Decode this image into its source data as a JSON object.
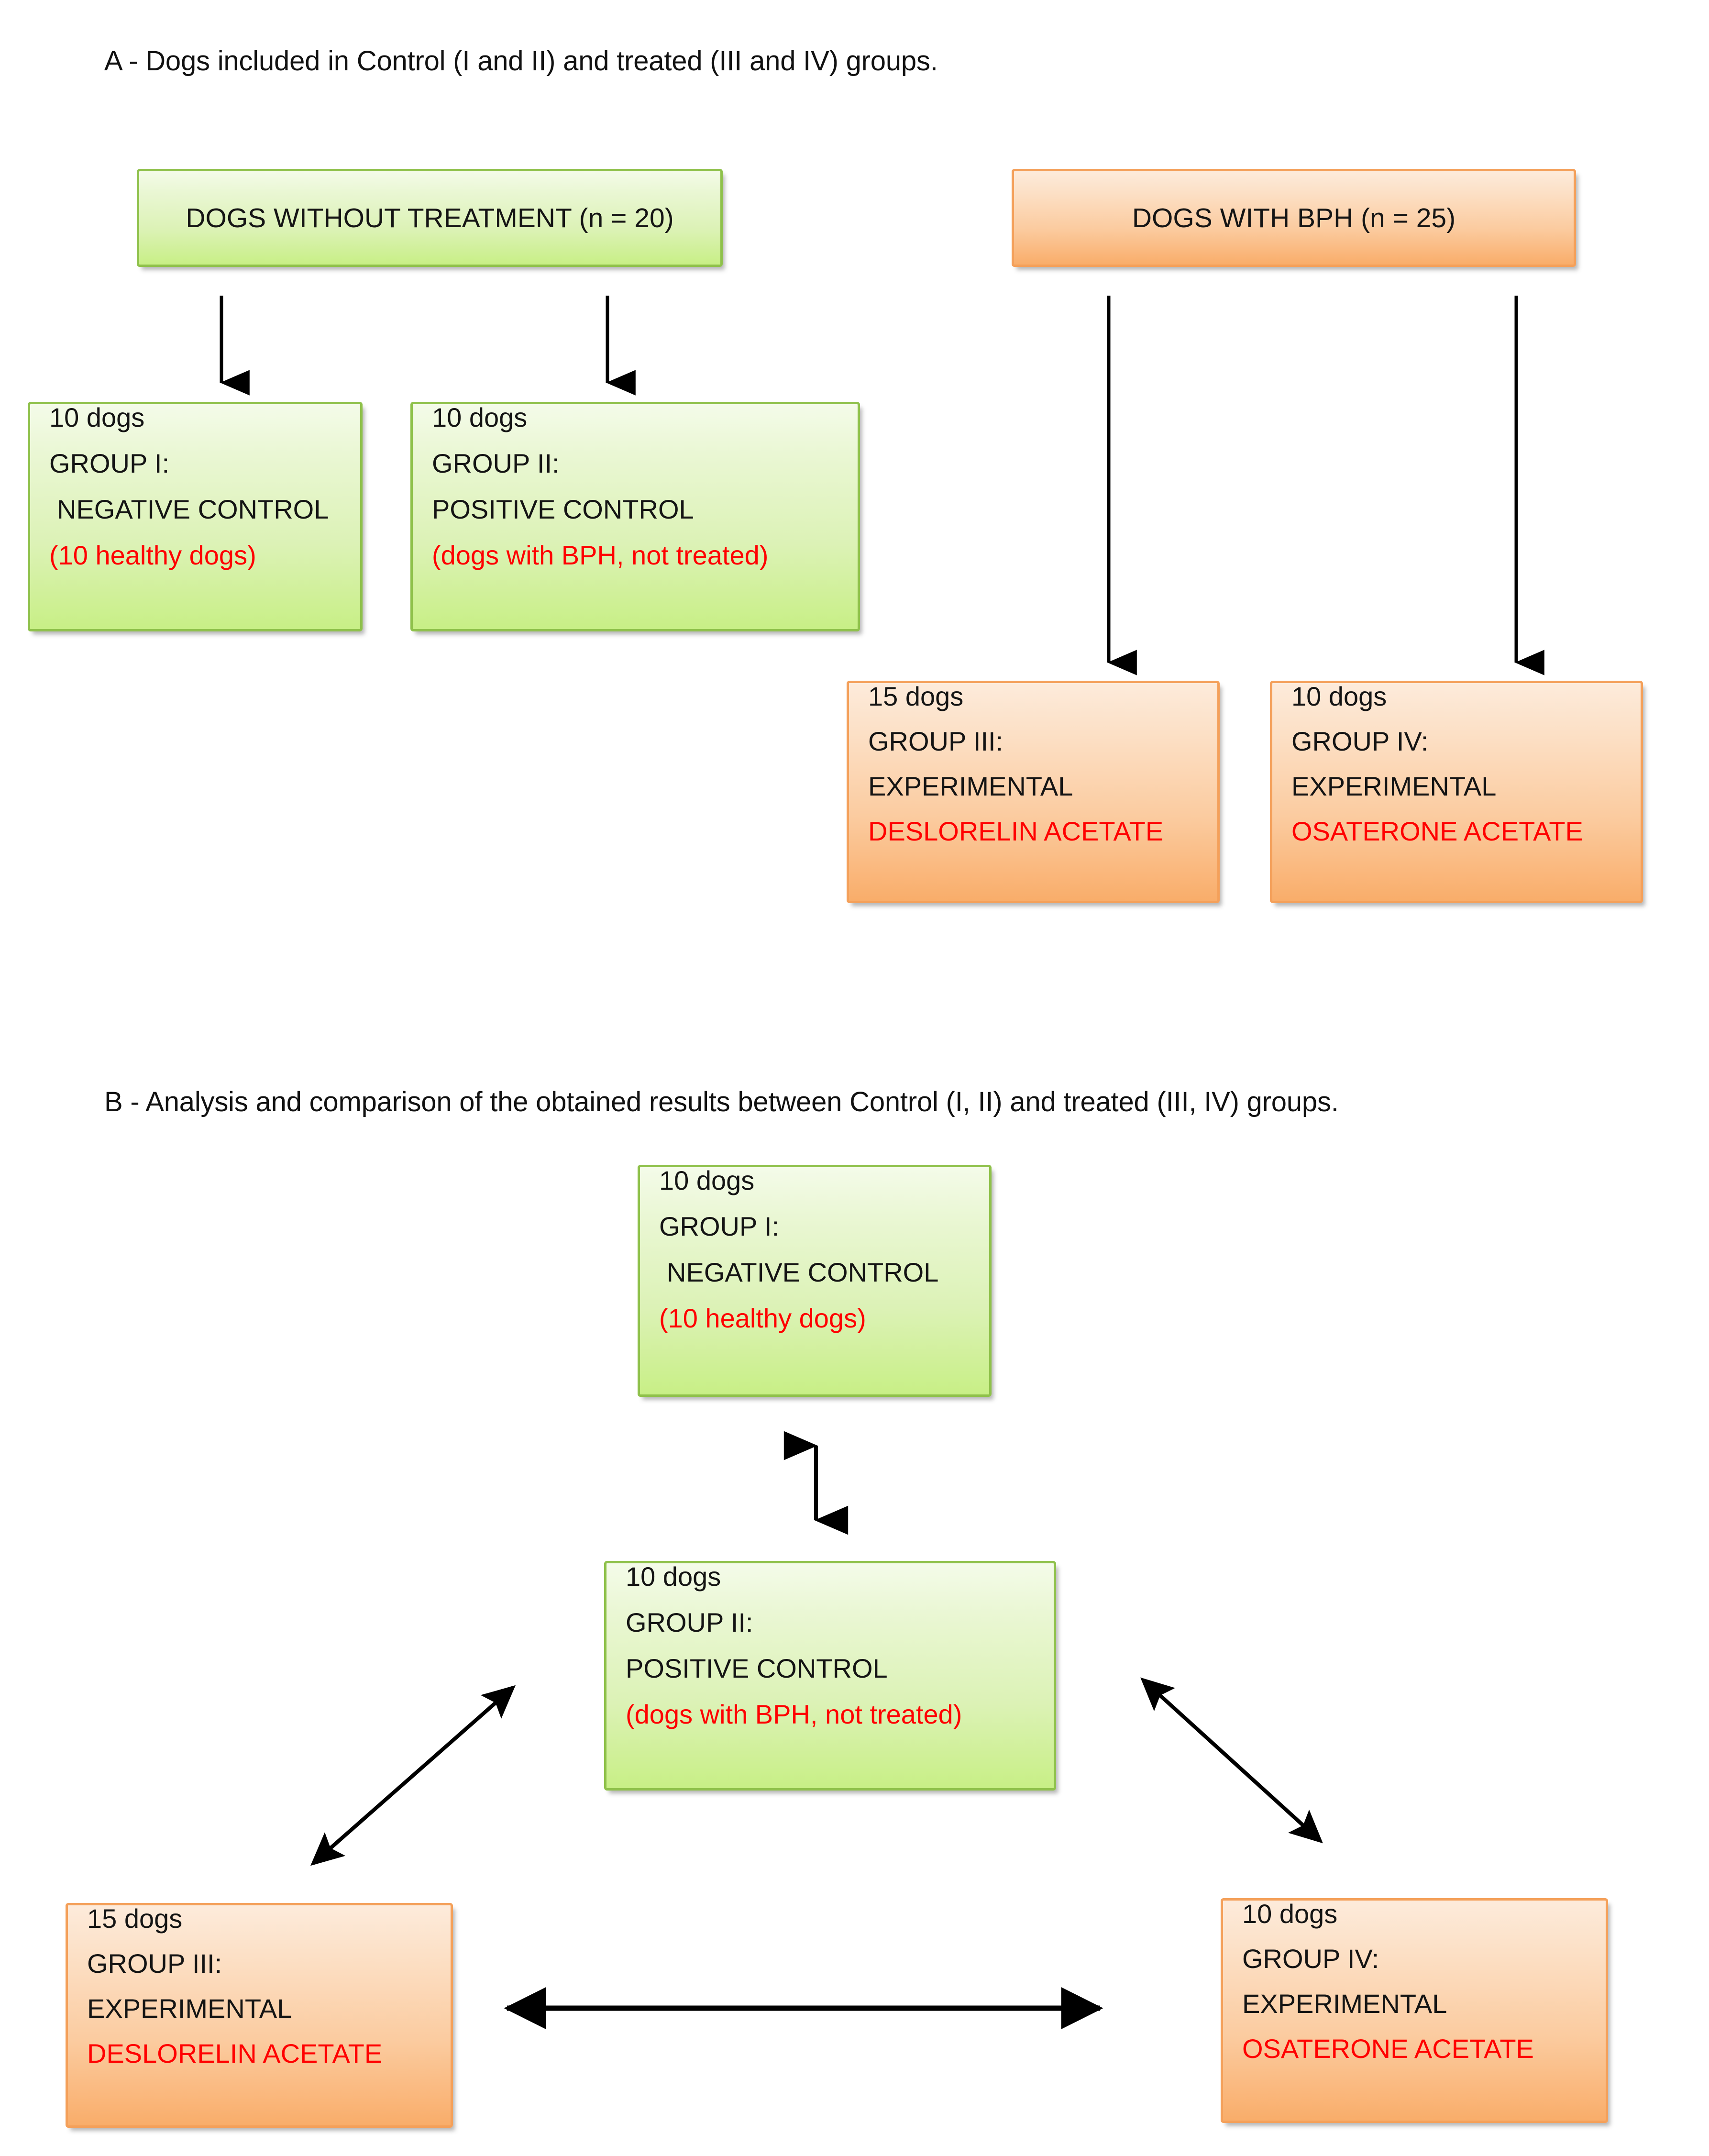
{
  "panels": {
    "a": {
      "caption": "A - Dogs included in Control (I and II) and treated (III and IV) groups.",
      "source_boxes": [
        {
          "label": "DOGS WITHOUT TREATMENT (n = 20)",
          "color": "green",
          "n": 20
        },
        {
          "label": "DOGS WITH BPH (n = 25)",
          "color": "orange",
          "n": 25
        }
      ],
      "groups": [
        {
          "count_line": "10 dogs",
          "group_line": "GROUP I:",
          "role_line": "NEGATIVE CONTROL",
          "detail_line": "(10 healthy dogs)",
          "color": "green",
          "n": 10
        },
        {
          "count_line": "10 dogs",
          "group_line": "GROUP II:",
          "role_line": "POSITIVE CONTROL",
          "detail_line": "(dogs with BPH, not treated)",
          "color": "green",
          "n": 10
        },
        {
          "count_line": "15 dogs",
          "group_line": "GROUP III:",
          "role_line": "EXPERIMENTAL",
          "detail_line": "DESLORELIN ACETATE",
          "color": "orange",
          "n": 15
        },
        {
          "count_line": "10 dogs",
          "group_line": "GROUP IV:",
          "role_line": "EXPERIMENTAL",
          "detail_line": "OSATERONE ACETATE",
          "color": "orange",
          "n": 10
        }
      ]
    },
    "b": {
      "caption": "B - Analysis and comparison of the obtained results between Control (I, II) and treated (III, IV) groups.",
      "groups": [
        {
          "count_line": "10 dogs",
          "group_line": "GROUP I:",
          "role_line": "NEGATIVE CONTROL",
          "detail_line": "(10 healthy dogs)",
          "color": "green",
          "n": 10
        },
        {
          "count_line": "10 dogs",
          "group_line": "GROUP II:",
          "role_line": "POSITIVE CONTROL",
          "detail_line": "(dogs with BPH, not treated)",
          "color": "green",
          "n": 10
        },
        {
          "count_line": "15 dogs",
          "group_line": "GROUP III:",
          "role_line": "EXPERIMENTAL",
          "detail_line": "DESLORELIN ACETATE",
          "color": "orange",
          "n": 15
        },
        {
          "count_line": "10 dogs",
          "group_line": "GROUP IV:",
          "role_line": "EXPERIMENTAL",
          "detail_line": "OSATERONE ACETATE",
          "color": "orange",
          "n": 10
        }
      ]
    }
  },
  "colors": {
    "green_border": "#8fc14b",
    "green_fill_top": "#f4fbe9",
    "green_fill_bottom": "#c8ef86",
    "orange_border": "#f4a05a",
    "orange_fill_top": "#fdebdb",
    "orange_fill_bottom": "#f9ad6a",
    "highlight_text": "#ff0000",
    "body_text": "#141414",
    "arrow": "#000000",
    "background": "#ffffff"
  },
  "arrows": {
    "panel_a": [
      {
        "name": "arrow-to-group-i",
        "direction": "down",
        "heads": "single"
      },
      {
        "name": "arrow-to-group-ii",
        "direction": "down",
        "heads": "single"
      },
      {
        "name": "arrow-to-group-iii",
        "direction": "down",
        "heads": "single"
      },
      {
        "name": "arrow-to-group-iv",
        "direction": "down",
        "heads": "single"
      }
    ],
    "panel_b": [
      {
        "name": "arrow-group-i-group-ii",
        "direction": "vertical",
        "heads": "double"
      },
      {
        "name": "arrow-group-ii-group-iii",
        "direction": "diagonal",
        "heads": "double"
      },
      {
        "name": "arrow-group-ii-group-iv",
        "direction": "diagonal",
        "heads": "double"
      },
      {
        "name": "arrow-group-iii-group-iv",
        "direction": "horizontal",
        "heads": "double"
      }
    ]
  }
}
